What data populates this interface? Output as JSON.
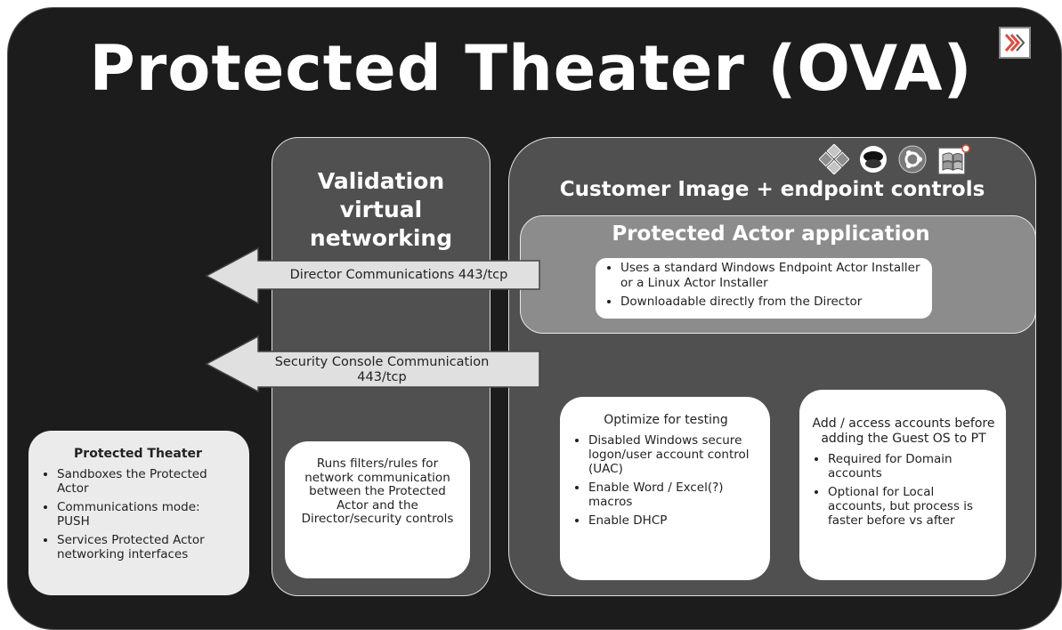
{
  "title": "Protected Theater (OVA)",
  "validation_panel": {
    "title_lines": [
      "Validation",
      "virtual",
      "networking"
    ],
    "box_text": "Runs filters/rules for network communication between the Protected Actor and the Director/security controls"
  },
  "customer_panel": {
    "title": "Customer Image + endpoint controls",
    "os_icons": [
      "centos-icon",
      "redhat-icon",
      "ubuntu-icon",
      "windows-icon"
    ]
  },
  "actor_app": {
    "title": "Protected Actor application",
    "bullets": [
      "Uses a standard Windows Endpoint Actor Installer or a Linux Actor Installer",
      "Downloadable directly from the Director"
    ]
  },
  "arrows": {
    "director": "Director Communications 443/tcp",
    "security": "Security  Console Communication 443/tcp"
  },
  "theater_box": {
    "title": "Protected Theater",
    "bullets": [
      "Sandboxes the Protected Actor",
      "Communications mode: PUSH",
      "Services Protected Actor networking interfaces"
    ]
  },
  "optimize_box": {
    "title": "Optimize for testing",
    "bullets": [
      "Disabled Windows secure logon/user account control (UAC)",
      "Enable Word / Excel(?) macros",
      "Enable DHCP"
    ]
  },
  "accounts_box": {
    "title": "Add / access accounts before adding the Guest OS to PT",
    "bullets": [
      "Required for Domain accounts",
      "Optional for Local accounts, but process is faster before vs after"
    ]
  },
  "colors": {
    "background": "#1c1c1c",
    "panel": "#505050",
    "actor_panel": "#8c8c8c",
    "arrow_fill": "#e0e0e0",
    "logo_accent": "#e34b3a"
  }
}
